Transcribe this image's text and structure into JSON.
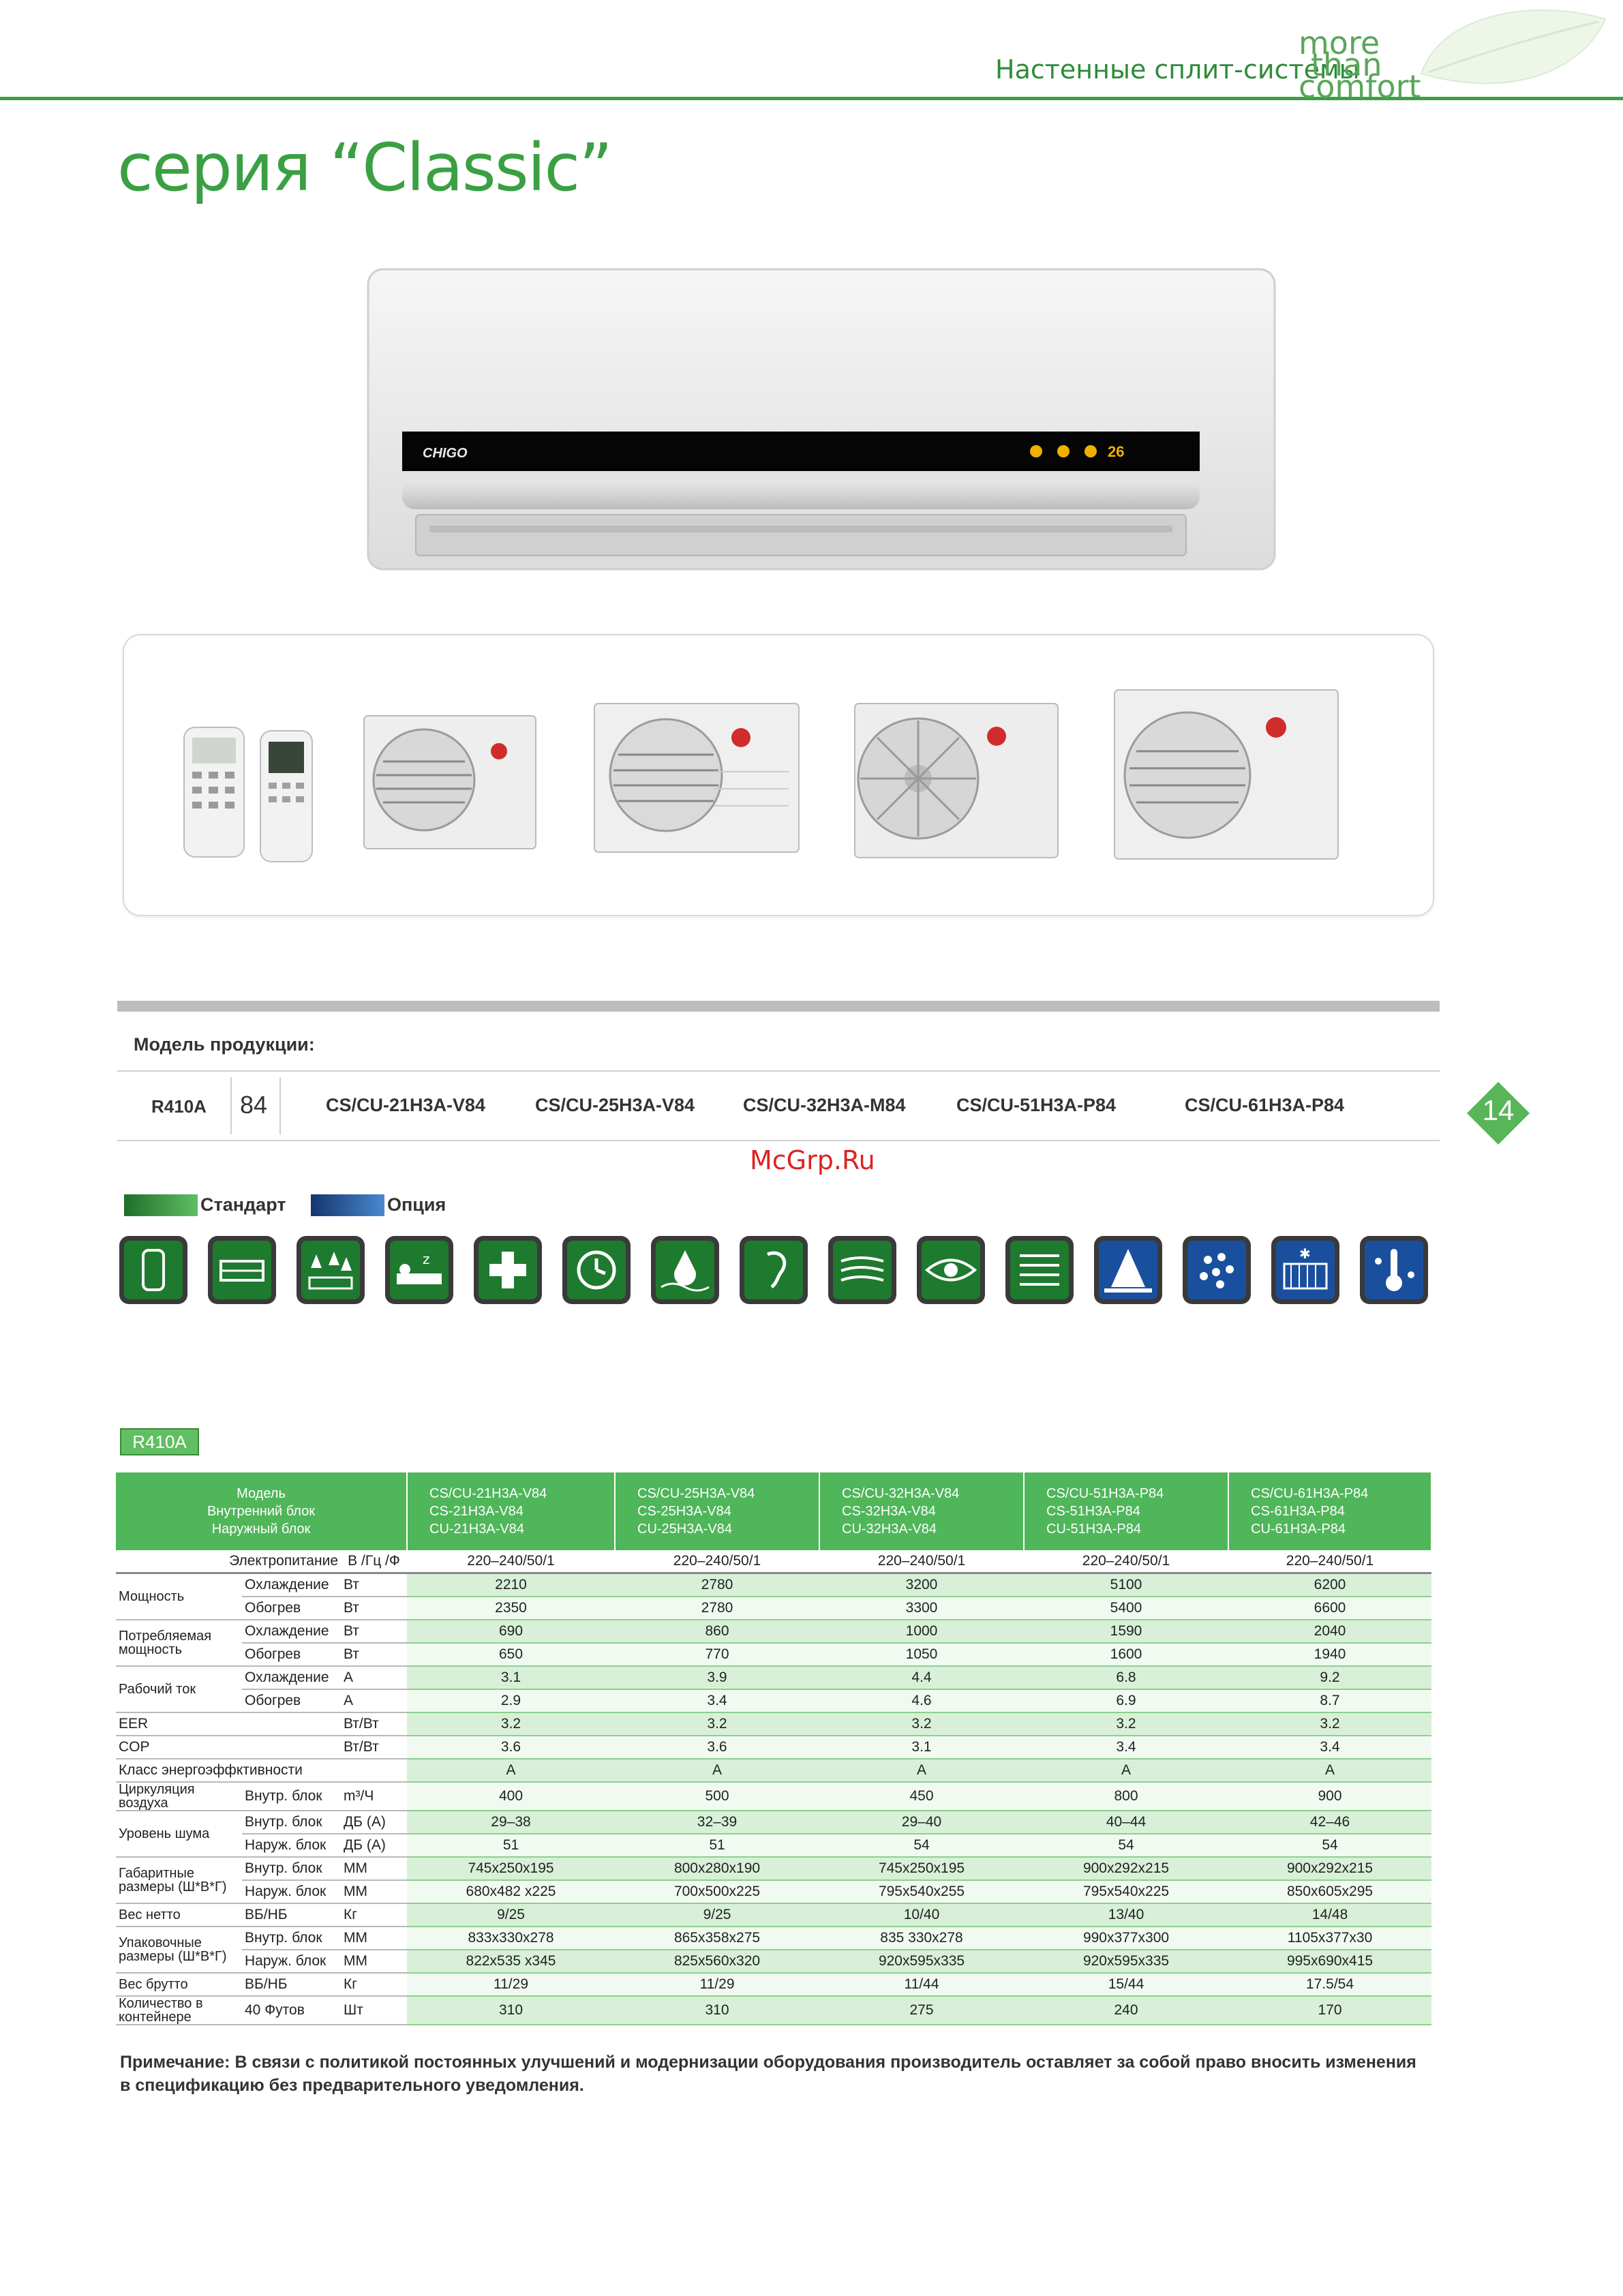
{
  "header": {
    "section": "Настенные сплит-системы",
    "slogan": [
      "more",
      "than",
      "comfort"
    ]
  },
  "title": "серия “Classic”",
  "brand": "CHIGO",
  "indoor_display": "26",
  "model_bar": {
    "label": "Модель продукции:",
    "refrigerant": "R410A",
    "series_num": "84",
    "models": [
      "CS/CU-21H3A-V84",
      "CS/CU-25H3A-V84",
      "CS/CU-32H3A-M84",
      "CS/CU-51H3A-P84",
      "CS/CU-61H3A-P84"
    ]
  },
  "page_number": "14",
  "watermark": "McGrp.Ru",
  "legend": {
    "standard": "Стандарт",
    "option": "Опция",
    "standard_color": "#2e8b3a",
    "option_color": "#1a4f9e"
  },
  "features": [
    "remote-icon",
    "filter-icon",
    "dehumidify-icon",
    "sleep-icon",
    "health-icon",
    "timer-icon",
    "anti-drip-icon",
    "quiet-icon",
    "airflow-icon",
    "eye-icon",
    "louver-icon",
    "cold-icon",
    "ion-icon",
    "heat-exchanger-icon",
    "temperature-icon"
  ],
  "table": {
    "tag": "R410A",
    "header_label": [
      "Модель",
      "Внутренний блок",
      "Наружный блок"
    ],
    "columns": [
      [
        "CS/CU-21H3A-V84",
        "CS-21H3A-V84",
        "CU-21H3A-V84"
      ],
      [
        "CS/CU-25H3A-V84",
        "CS-25H3A-V84",
        "CU-25H3A-V84"
      ],
      [
        "CS/CU-32H3A-V84",
        "CS-32H3A-V84",
        "CU-32H3A-V84"
      ],
      [
        "CS/CU-51H3A-P84",
        "CS-51H3A-P84",
        "CU-51H3A-P84"
      ],
      [
        "CS/CU-61H3A-P84",
        "CS-61H3A-P84",
        "CU-61H3A-P84"
      ]
    ],
    "power": {
      "label": "Электропитание",
      "unit": "В /Гц /Ф",
      "values": [
        "220–240/50/1",
        "220–240/50/1",
        "220–240/50/1",
        "220–240/50/1",
        "220–240/50/1"
      ]
    },
    "rows": [
      {
        "group": "Мощность",
        "sub": "Охлаждение",
        "unit": "Вт",
        "values": [
          "2210",
          "2780",
          "3200",
          "5100",
          "6200"
        ]
      },
      {
        "group": "",
        "sub": "Обогрев",
        "unit": "Вт",
        "values": [
          "2350",
          "2780",
          "3300",
          "5400",
          "6600"
        ]
      },
      {
        "group": "Потребляемая мощность",
        "sub": "Охлаждение",
        "unit": "Вт",
        "values": [
          "690",
          "860",
          "1000",
          "1590",
          "2040"
        ]
      },
      {
        "group": "",
        "sub": "Обогрев",
        "unit": "Вт",
        "values": [
          "650",
          "770",
          "1050",
          "1600",
          "1940"
        ]
      },
      {
        "group": "Рабочий ток",
        "sub": "Охлаждение",
        "unit": "А",
        "values": [
          "3.1",
          "3.9",
          "4.4",
          "6.8",
          "9.2"
        ]
      },
      {
        "group": "",
        "sub": "Обогрев",
        "unit": "А",
        "values": [
          "2.9",
          "3.4",
          "4.6",
          "6.9",
          "8.7"
        ]
      },
      {
        "group": "EER",
        "sub": "",
        "unit": "Вт/Вт",
        "values": [
          "3.2",
          "3.2",
          "3.2",
          "3.2",
          "3.2"
        ]
      },
      {
        "group": "COP",
        "sub": "",
        "unit": "Вт/Вт",
        "values": [
          "3.6",
          "3.6",
          "3.1",
          "3.4",
          "3.4"
        ]
      },
      {
        "group": "Класс энергоэффктивности",
        "sub": "",
        "unit": "",
        "values": [
          "A",
          "A",
          "A",
          "A",
          "A"
        ]
      },
      {
        "group": "Циркуляция воздуха",
        "sub": "Внутр. блок",
        "unit": "m³/Ч",
        "values": [
          "400",
          "500",
          "450",
          "800",
          "900"
        ]
      },
      {
        "group": "Уровень шума",
        "sub": "Внутр. блок",
        "unit": "ДБ (A)",
        "values": [
          "29–38",
          "32–39",
          "29–40",
          "40–44",
          "42–46"
        ]
      },
      {
        "group": "",
        "sub": "Наруж. блок",
        "unit": "ДБ (A)",
        "values": [
          "51",
          "51",
          "54",
          "54",
          "54"
        ]
      },
      {
        "group": "Габаритные размеры (Ш*В*Г)",
        "sub": "Внутр. блок",
        "unit": "ММ",
        "values": [
          "745x250x195",
          "800x280x190",
          "745x250x195",
          "900x292x215",
          "900x292x215"
        ]
      },
      {
        "group": "",
        "sub": "Наруж. блок",
        "unit": "ММ",
        "values": [
          "680x482 x225",
          "700x500x225",
          "795x540x255",
          "795x540x225",
          "850x605x295"
        ]
      },
      {
        "group": "Вес нетто",
        "sub": "ВБ/НБ",
        "unit": "Кг",
        "values": [
          "9/25",
          "9/25",
          "10/40",
          "13/40",
          "14/48"
        ]
      },
      {
        "group": "Упаковочные размеры (Ш*В*Г)",
        "sub": "Внутр. блок",
        "unit": "ММ",
        "values": [
          "833x330x278",
          "865x358x275",
          "835 330x278",
          "990x377x300",
          "1105x377x30"
        ]
      },
      {
        "group": "",
        "sub": "Наруж. блок",
        "unit": "ММ",
        "values": [
          "822x535 x345",
          "825x560x320",
          "920x595x335",
          "920x595x335",
          "995x690x415"
        ]
      },
      {
        "group": "Вес брутто",
        "sub": "ВБ/НБ",
        "unit": "Кг",
        "values": [
          "11/29",
          "11/29",
          "11/44",
          "15/44",
          "17.5/54"
        ]
      },
      {
        "group": "Количество в контейнере",
        "sub": "40 Футов",
        "unit": "Шт",
        "values": [
          "310",
          "310",
          "275",
          "240",
          "170"
        ]
      }
    ]
  },
  "note": "Примечание: В связи с политикой постоянных улучшений и модернизации оборудования производитель оставляет за собой право вносить изменения в спецификацию без предварительного уведомления."
}
